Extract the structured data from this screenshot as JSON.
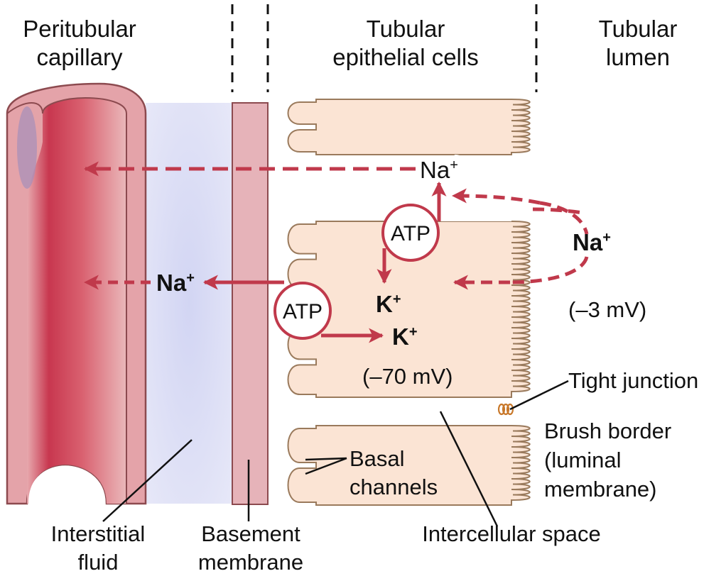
{
  "labels": {
    "peritubular_capillary": [
      "Peritubular",
      "capillary"
    ],
    "tubular_epithelial_cells": [
      "Tubular",
      "epithelial cells"
    ],
    "tubular_lumen": [
      "Tubular",
      "lumen"
    ],
    "na_top": "Na",
    "na_lumen": "Na",
    "na_interstitial": "Na",
    "plus": "+",
    "atp_upper": "ATP",
    "atp_lower": "ATP",
    "k_upper": "K",
    "k_lower": "K",
    "lumen_potential": "(–3 mV)",
    "cell_potential": "(–70 mV)",
    "tight_junction": "Tight junction",
    "brush_border": [
      "Brush border",
      "(luminal",
      "membrane)"
    ],
    "basal_channels": [
      "Basal",
      "channels"
    ],
    "interstitial_fluid": [
      "Interstitial",
      "fluid"
    ],
    "basement_membrane": [
      "Basement",
      "membrane"
    ],
    "intercellular_space": "Intercellular space"
  },
  "colors": {
    "arrow_red": "#c0394b",
    "capillary_light": "#e4a3a9",
    "capillary_dark": "#c23a52",
    "capillary_outline": "#8c4a4f",
    "interstitial_blue": "#dcdff5",
    "basement_pink": "#e6b3b9",
    "cell_fill": "#fbe4d4",
    "cell_outline": "#9a7a5c",
    "tight_junction_orange": "#c8782a"
  }
}
